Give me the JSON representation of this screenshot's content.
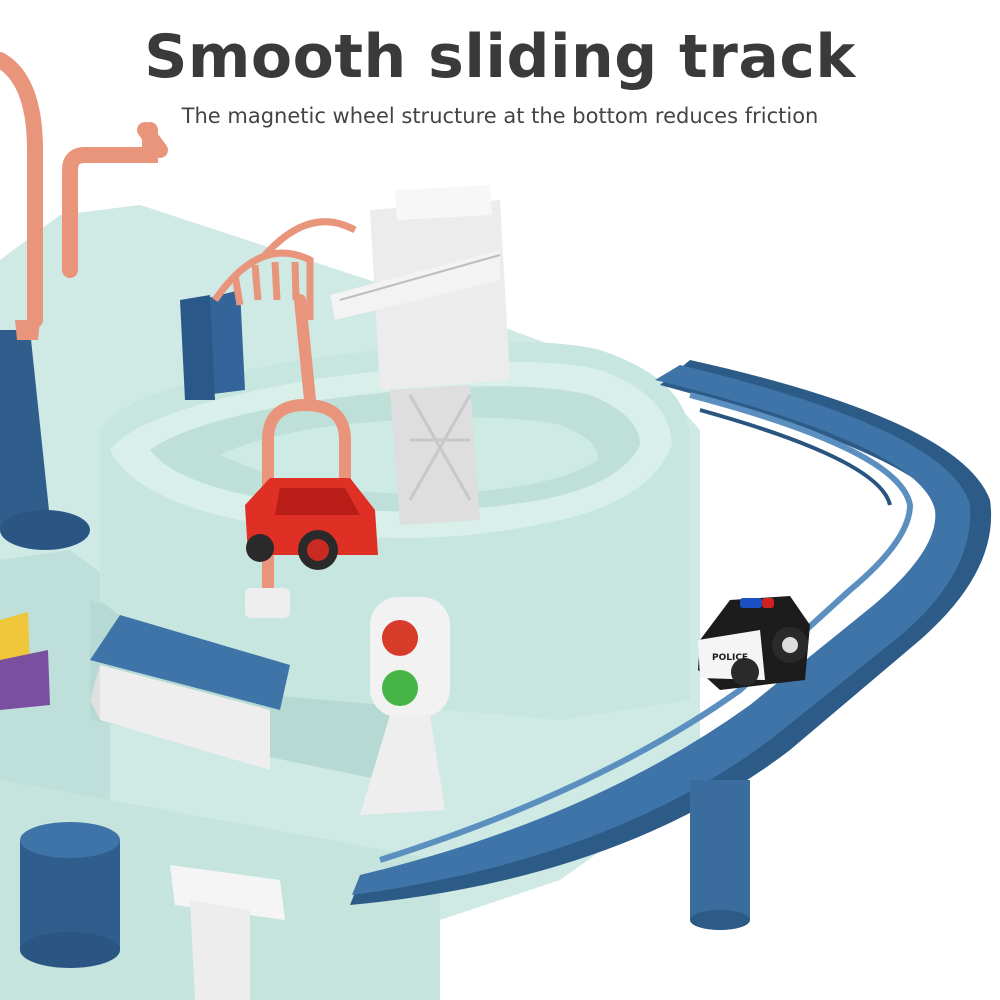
{
  "headline": "Smooth sliding track",
  "subline": "The magnetic wheel structure at the bottom reduces friction",
  "car_label": "POLICE",
  "colors": {
    "base": "#cfe9e4",
    "base_shadow": "#a9d2cb",
    "track": "#3f74a8",
    "track_dark": "#2d5b87",
    "pipe": "#e9957c",
    "crane": "#e8e8e8",
    "car_red": "#e02f24",
    "police_black": "#1c1c1c"
  }
}
